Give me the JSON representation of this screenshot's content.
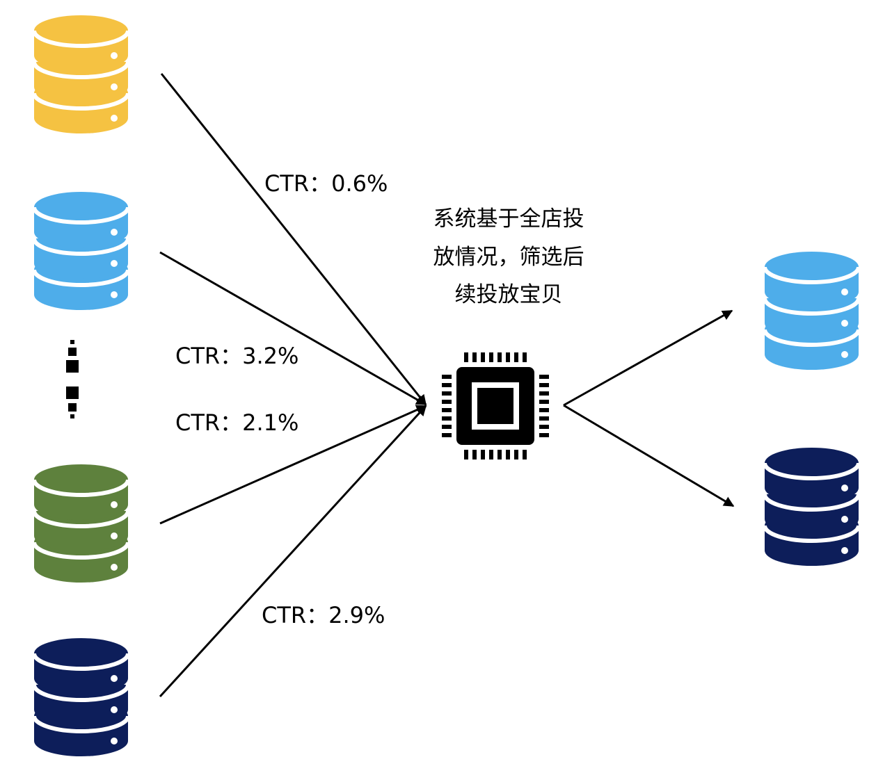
{
  "colors": {
    "yellow": "#F5C242",
    "light_blue": "#4EADEA",
    "green": "#5E813D",
    "navy": "#0D1E5A",
    "line": "#000000",
    "disc_gap": "#ffffff"
  },
  "sources": [
    {
      "id": "source-db-yellow",
      "color": "#F5C242",
      "icon": "database-icon"
    },
    {
      "id": "source-db-light-blue",
      "color": "#4EADEA",
      "icon": "database-icon"
    },
    {
      "id": "source-db-green",
      "color": "#5E813D",
      "icon": "database-icon"
    },
    {
      "id": "source-db-navy",
      "color": "#0D1E5A",
      "icon": "database-icon"
    }
  ],
  "outputs": [
    {
      "id": "output-db-light-blue",
      "color": "#4EADEA",
      "icon": "database-icon"
    },
    {
      "id": "output-db-navy",
      "color": "#0D1E5A",
      "icon": "database-icon"
    }
  ],
  "processor": {
    "icon": "cpu-chip-icon"
  },
  "ellipsis": {
    "icon": "vertical-ellipsis-icon"
  },
  "labels": {
    "ctr_1": "CTR：0.6%",
    "ctr_2": "CTR：3.2%",
    "ctr_3": "CTR：2.1%",
    "ctr_4": "CTR：2.9%"
  },
  "description": {
    "line1": "系统基于全店投",
    "line2": "放情况，筛选后",
    "line3": "续投放宝贝"
  }
}
